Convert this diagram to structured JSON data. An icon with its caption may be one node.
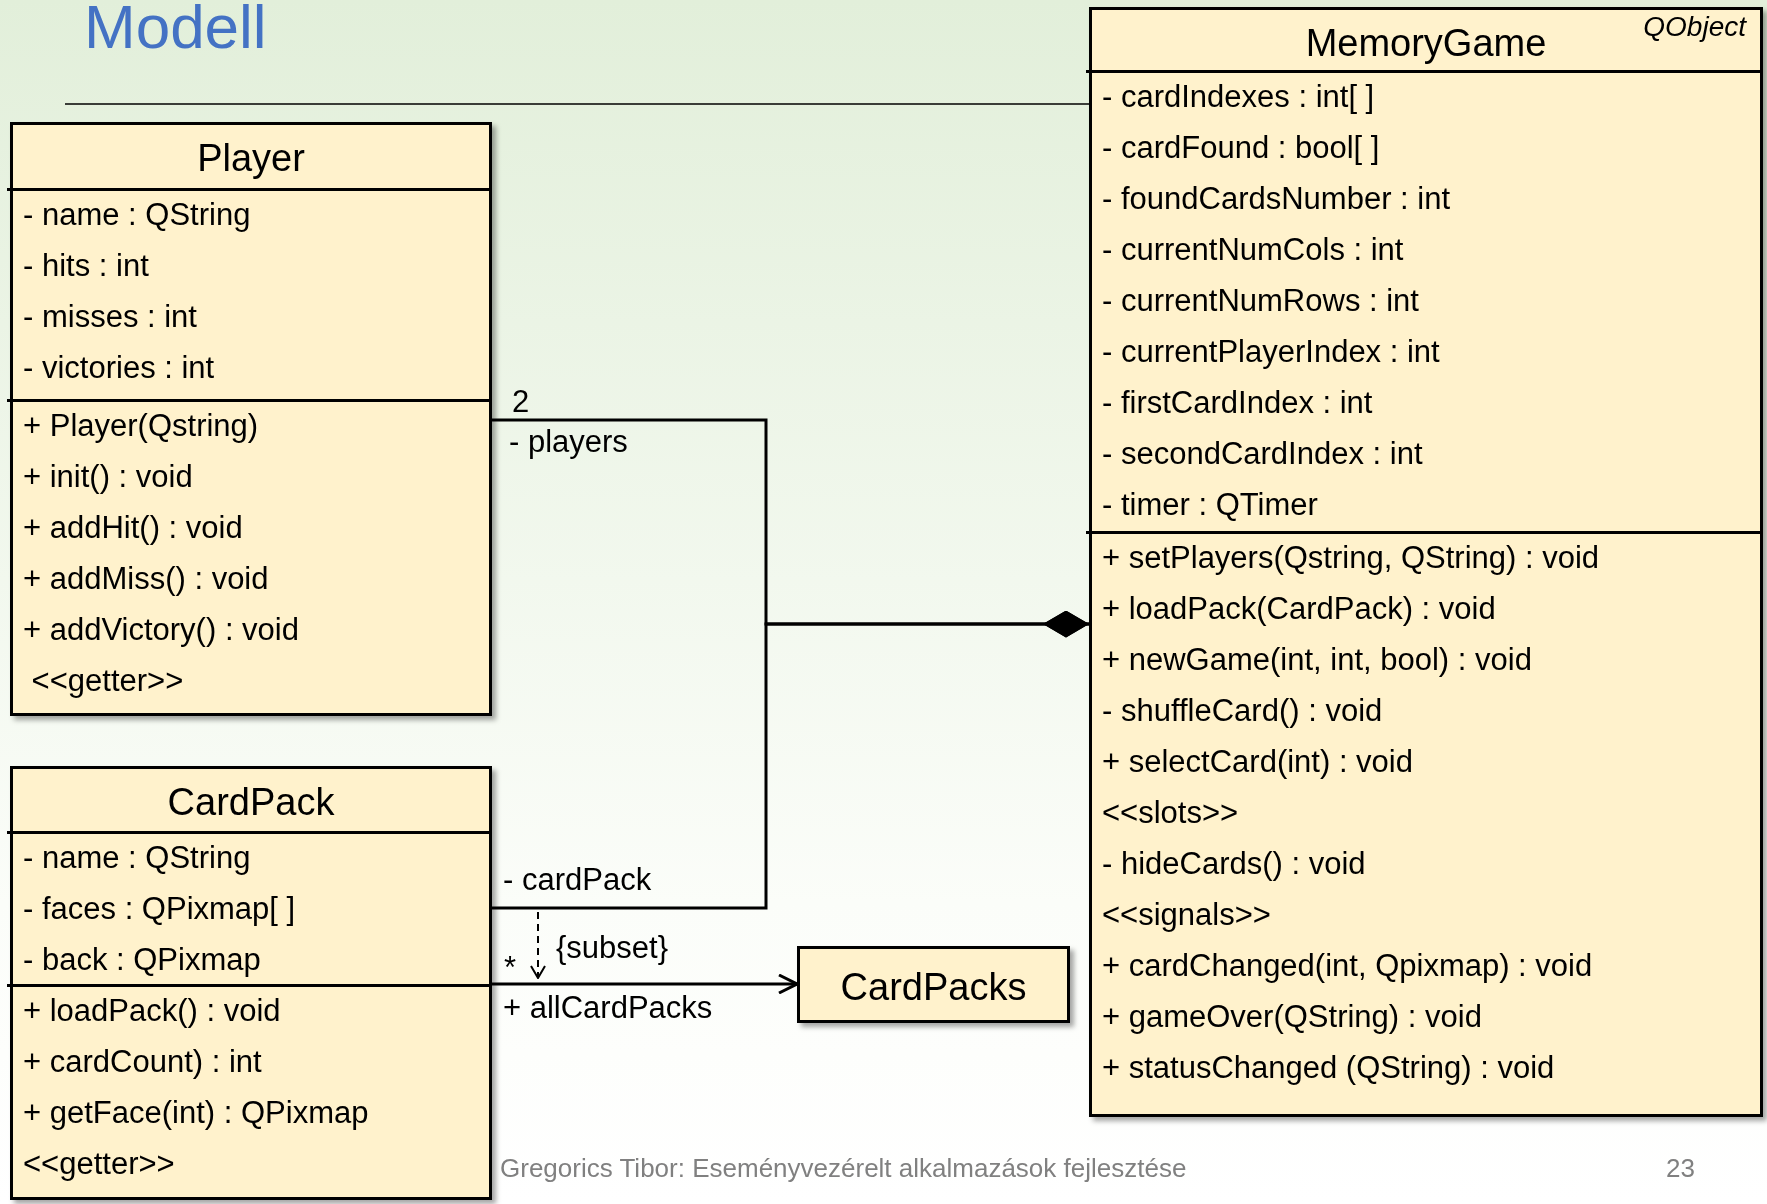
{
  "diagram": {
    "title": "Modell",
    "nodes": [
      {
        "text": [
          "Player"
        ]
      },
      {
        "text": [
          "- name : QString",
          "- hits : int",
          "- misses : int",
          "- victories : int"
        ],
        "in": 0
      },
      {
        "text": [
          "+ Player(Qstring)",
          "+ init() : void",
          "+ addHit() : void",
          "+ addMiss() : void",
          "+ addVictory() : void",
          " <<getter>>"
        ],
        "in": 0
      },
      {
        "text": [
          "MemoryGame",
          "QObject"
        ]
      },
      {
        "text": [
          "- cardIndexes : int[ ]",
          "- cardFound : bool[ ]",
          "- foundCardsNumber : int",
          "- currentNumCols : int",
          "- currentNumRows : int",
          "- currentPlayerIndex : int",
          "- firstCardIndex : int",
          "- secondCardIndex : int",
          "- timer : QTimer"
        ],
        "in": 3
      },
      {
        "text": [
          "+ setPlayers(Qstring, QString) : void",
          "+ loadPack(CardPack) : void",
          "+ newGame(int, int, bool) : void",
          "- shuffleCard() : void",
          "+ selectCard(int) : void",
          "<<slots>>",
          "- hideCards() : void",
          "<<signals>>",
          "+ cardChanged(int, Qpixmap) : void",
          "+ gameOver(QString) : void",
          "+ statusChanged (QString) : void"
        ],
        "in": 3
      },
      {
        "text": [
          "CardPack"
        ]
      },
      {
        "text": [
          "- name : QString",
          "- faces : QPixmap[ ]",
          "- back : QPixmap"
        ],
        "in": 6
      },
      {
        "text": [
          "+ loadPack() : void",
          "+ cardCount) : int",
          "+ getFace(int) : QPixmap",
          "<<getter>>"
        ],
        "in": 6
      },
      {
        "text": [
          "CardPacks"
        ]
      }
    ],
    "edges": [
      {
        "from": 0,
        "to": 3,
        "arrow": "other",
        "label": "- players"
      },
      {
        "from": 6,
        "to": 3,
        "arrow": "other",
        "label": "- cardPack"
      },
      {
        "from": 6,
        "to": 9,
        "arrow": "to",
        "label": "+ allCardPacks"
      }
    ],
    "labels": [
      "2",
      "*",
      "{subset}",
      "Gregorics Tibor: Eseményvezérelt alkalmazások fejlesztése",
      "23"
    ]
  }
}
